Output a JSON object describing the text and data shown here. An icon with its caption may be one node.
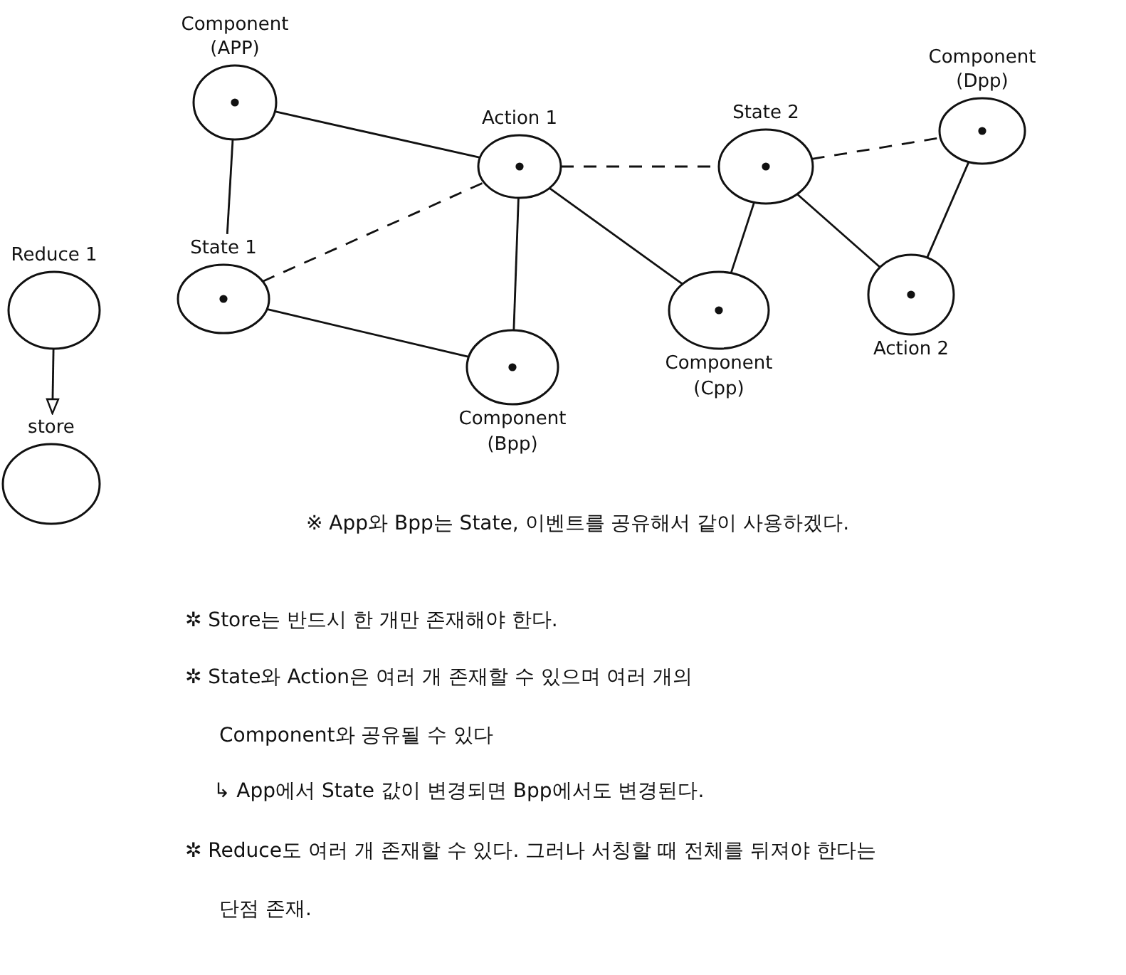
{
  "diagram": {
    "nodes": [
      {
        "text": [
          "Component (APP)"
        ]
      },
      {
        "text": [
          "Action 1"
        ]
      },
      {
        "text": [
          "State 2"
        ]
      },
      {
        "text": [
          "Component (Dpp)"
        ]
      },
      {
        "text": [
          "Reduce 1"
        ]
      },
      {
        "text": [
          "State 1"
        ]
      },
      {
        "text": [
          "Component (Bpp)"
        ]
      },
      {
        "text": [
          "Component (Cpp)"
        ]
      },
      {
        "text": [
          "Action 2"
        ]
      },
      {
        "text": [
          "store"
        ]
      }
    ],
    "edges": [
      {
        "from": 0,
        "to": 1,
        "arrow": "none"
      },
      {
        "from": 0,
        "to": 5,
        "arrow": "none"
      },
      {
        "from": 5,
        "to": 1,
        "arrow": "none",
        "style": "dashed"
      },
      {
        "from": 5,
        "to": 6,
        "arrow": "none"
      },
      {
        "from": 1,
        "to": 6,
        "arrow": "none"
      },
      {
        "from": 1,
        "to": 7,
        "arrow": "none"
      },
      {
        "from": 1,
        "to": 2,
        "arrow": "none",
        "style": "dashed"
      },
      {
        "from": 2,
        "to": 7,
        "arrow": "none"
      },
      {
        "from": 2,
        "to": 3,
        "arrow": "none",
        "style": "dashed"
      },
      {
        "from": 2,
        "to": 8,
        "arrow": "none"
      },
      {
        "from": 8,
        "to": 3,
        "arrow": "none"
      },
      {
        "from": 4,
        "to": 9,
        "arrow": "to"
      }
    ],
    "labels": [
      "※ App와 Bpp는 State, 이벤트를 공유해서 같이 사용하겠다.",
      "✲ Store는 반드시 한 개만 존재해야 한다.",
      "✲ State와 Action은 여러 개 존재할 수 있으며 여러 개의 Component와 공유될 수 있다",
      "↳ App에서 State 값이 변경되면 Bpp에서도 변경된다.",
      "✲ Reduce도 여러 개 존재할 수 있다. 그러나 서칭할 때 전체를 뒤져야 한다는 단점 존재."
    ]
  }
}
